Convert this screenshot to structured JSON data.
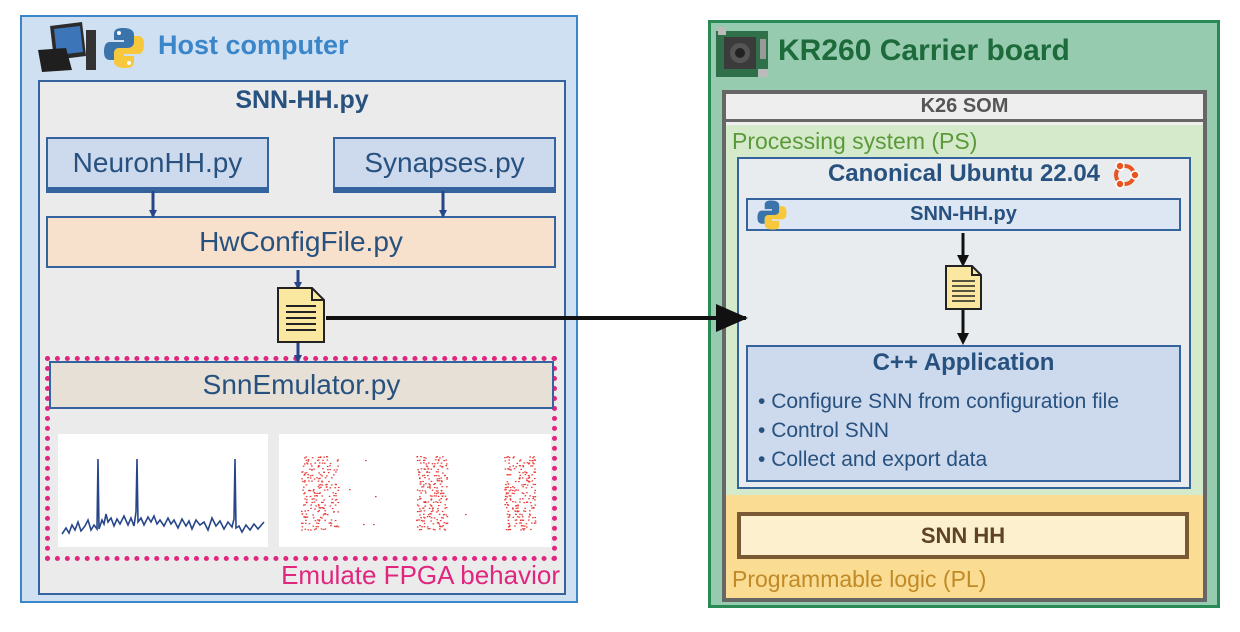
{
  "host": {
    "title": "Host computer",
    "panel_title": "SNN-HH.py",
    "neuron": "NeuronHH.py",
    "synapses": "Synapses.py",
    "hwconfig": "HwConfigFile.py",
    "emulator": "SnnEmulator.py",
    "emulate_label": "Emulate FPGA behavior"
  },
  "board": {
    "title": "KR260 Carrier board",
    "som": "K26 SOM",
    "ps_label": "Processing system (PS)",
    "os_title": "Canonical Ubuntu 22.04",
    "script": "SNN-HH.py",
    "app_title": "C++ Application",
    "app_items": [
      "Configure SNN from configuration file",
      "Control SNN",
      "Collect and export data"
    ],
    "pl_block": "SNN HH",
    "pl_label": "Programmable logic (PL)"
  },
  "colors": {
    "host_bg": "#cfe0f3",
    "board_bg": "#96cbb0",
    "emulate_accent": "#e0267f",
    "text_blue": "#27517f",
    "spike_red": "#e53935"
  },
  "icons": [
    "computer-icon",
    "python-icon",
    "board-icon",
    "ubuntu-icon",
    "document-icon"
  ]
}
